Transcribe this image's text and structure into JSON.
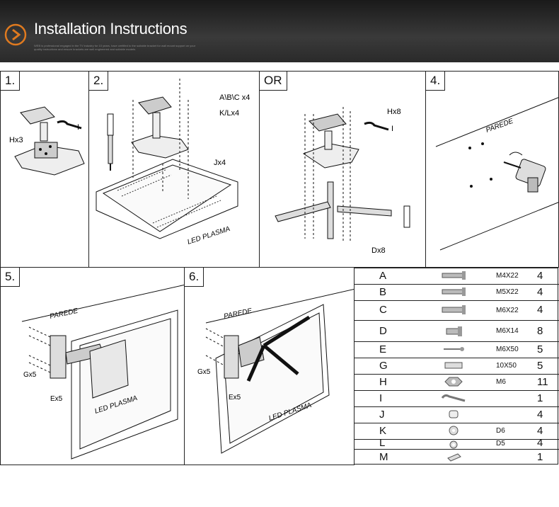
{
  "header": {
    "title": "Installation Instructions",
    "subtitle": "WEB is professional engaged in the TV industry for 10 years, have certified to the suitable bracket for wall mount support on your quality instructions and ensure brackets are well engineered and suitable models."
  },
  "steps": {
    "s1": "1.",
    "s2": "2.",
    "or": "OR",
    "s4": "4.",
    "s5": "5.",
    "s6": "6."
  },
  "labels": {
    "p1_h": "Hx3",
    "p1_i": "I",
    "p2_abc": "A\\B\\C x4",
    "p2_kl": "K/Lx4",
    "p2_j": "Jx4",
    "p2_tv": "LED PLASMA",
    "p3_h": "Hx8",
    "p3_i": "I",
    "p3_d": "Dx8",
    "p4_wall": "PAREDE",
    "p5_wall": "PAREDE",
    "p5_g": "Gx5",
    "p5_e": "Ex5",
    "p5_tv": "LED PLASMA",
    "p6_wall": "PAREDE",
    "p6_g": "Gx5",
    "p6_e": "Ex5",
    "p6_tv": "LED PLASMA"
  },
  "parts": [
    {
      "letter": "A",
      "size": "M4X22",
      "qty": "4"
    },
    {
      "letter": "B",
      "size": "M5X22",
      "qty": "4"
    },
    {
      "letter": "C",
      "size": "M6X22",
      "qty": "4"
    },
    {
      "letter": "D",
      "size": "M6X14",
      "qty": "8"
    },
    {
      "letter": "E",
      "size": "M6X50",
      "qty": "5"
    },
    {
      "letter": "G",
      "size": "10X50",
      "qty": "5"
    },
    {
      "letter": "H",
      "size": "M6",
      "qty": "11"
    },
    {
      "letter": "I",
      "size": "",
      "qty": "1"
    },
    {
      "letter": "J",
      "size": "",
      "qty": "4"
    },
    {
      "letter": "K",
      "size": "D6",
      "qty": "4"
    },
    {
      "letter": "L",
      "size": "D5",
      "qty": "4"
    },
    {
      "letter": "M",
      "size": "",
      "qty": "1"
    }
  ],
  "icons": {
    "header": "chevron-right-icon"
  },
  "colors": {
    "accent": "#e07a1f",
    "header_bg": "#2a2a2a"
  }
}
